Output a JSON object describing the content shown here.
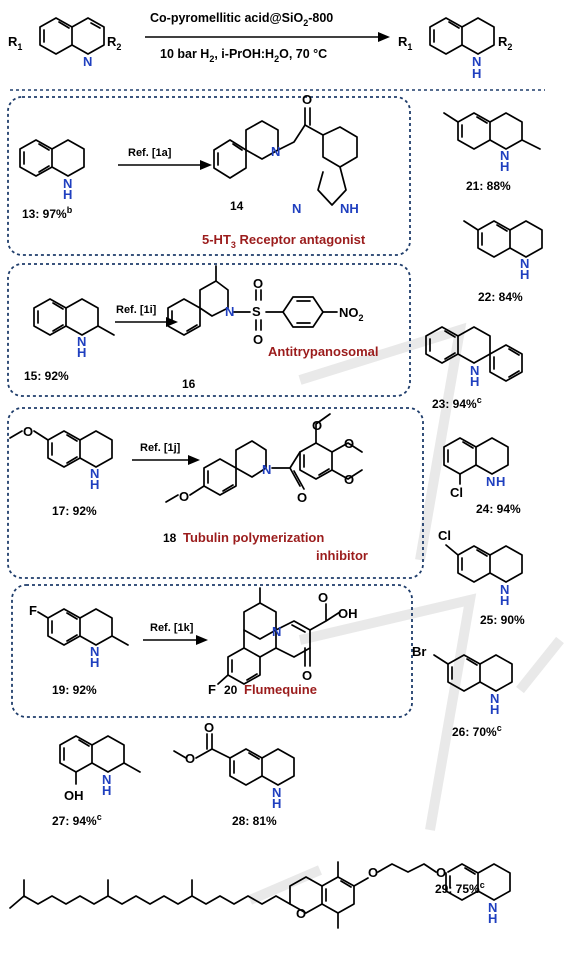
{
  "header": {
    "cond_top": "Co-pyromellitic acid@SiO",
    "cond_top_sub": "2",
    "cond_top_tail": "-800",
    "cond_bottom": "10 bar H",
    "cond_bottom_sub": "2",
    "cond_bottom_tail": ", i-PrOH:H",
    "cond_bottom_sub2": "2",
    "cond_bottom_tail2": "O, 70 °C"
  },
  "atoms": {
    "R1": "R",
    "R1_sub": "1",
    "R2": "R",
    "R2_sub": "2",
    "N": "N",
    "NH_N": "N",
    "NH_H": "H",
    "O": "O",
    "S": "S",
    "NO2": "NO",
    "NO2_sub": "2",
    "OH": "OH",
    "F": "F",
    "Cl": "Cl",
    "Br": "Br"
  },
  "refs": {
    "r1a": "Ref. [1a]",
    "r1i": "Ref. [1i]",
    "r1j": "Ref. [1j]",
    "r1k": "Ref. [1k]"
  },
  "compounds": {
    "c13": "13: 97%",
    "c13_sup": "b",
    "c14": "14",
    "c14_tag": "5-HT",
    "c14_tag_sub": "3",
    "c14_tag_tail": " Receptor antagonist",
    "c15": "15: 92%",
    "c16": "16",
    "c16_tag": "Antitrypanosomal",
    "c17": "17: 92%",
    "c18": "18",
    "c18_tag1": "Tubulin polymerization",
    "c18_tag2": "inhibitor",
    "c19": "19: 92%",
    "c20": "20",
    "c20_tag": "Flumequine",
    "c21": "21: 88%",
    "c22": "22: 84%",
    "c23": "23: 94%",
    "c23_sup": "c",
    "c24": "24: 94%",
    "c25": "25: 90%",
    "c26": "26: 70%",
    "c26_sup": "c",
    "c27": "27: 94%",
    "c27_sup": "c",
    "c28": "28: 81%",
    "c29": "29: 75%",
    "c29_sup": "c"
  },
  "colors": {
    "box": "#1f3d6b",
    "highlight": "#9b1c1c",
    "nitrogen": "#1f3fbf"
  }
}
